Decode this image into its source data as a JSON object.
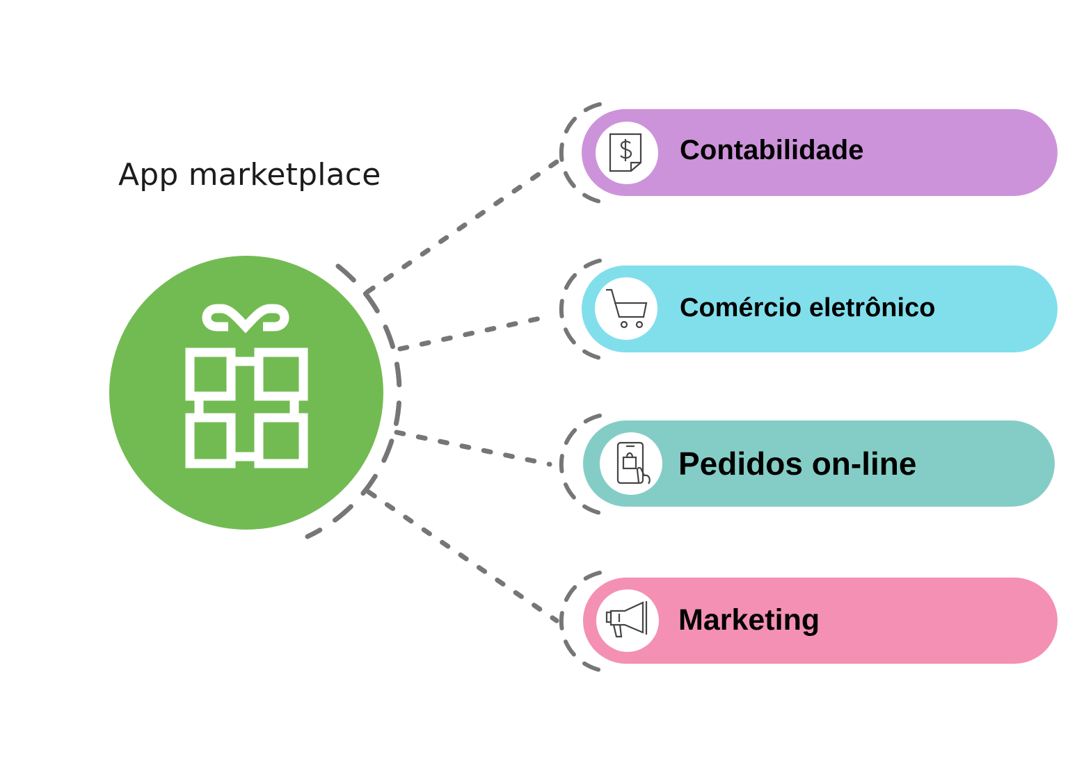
{
  "title": "App marketplace",
  "hub": {
    "icon": "gift-icon",
    "color": "#72bb52"
  },
  "connector_color": "#767676",
  "items": [
    {
      "label": "Contabilidade",
      "icon": "invoice-dollar-icon",
      "color": "#cd93da"
    },
    {
      "label": "Comércio eletrônico",
      "icon": "shopping-cart-icon",
      "color": "#81dfec"
    },
    {
      "label": "Pedidos on-line",
      "icon": "mobile-shopping-bag-icon",
      "color": "#84cdc6"
    },
    {
      "label": "Marketing",
      "icon": "megaphone-icon",
      "color": "#f490b3"
    }
  ]
}
